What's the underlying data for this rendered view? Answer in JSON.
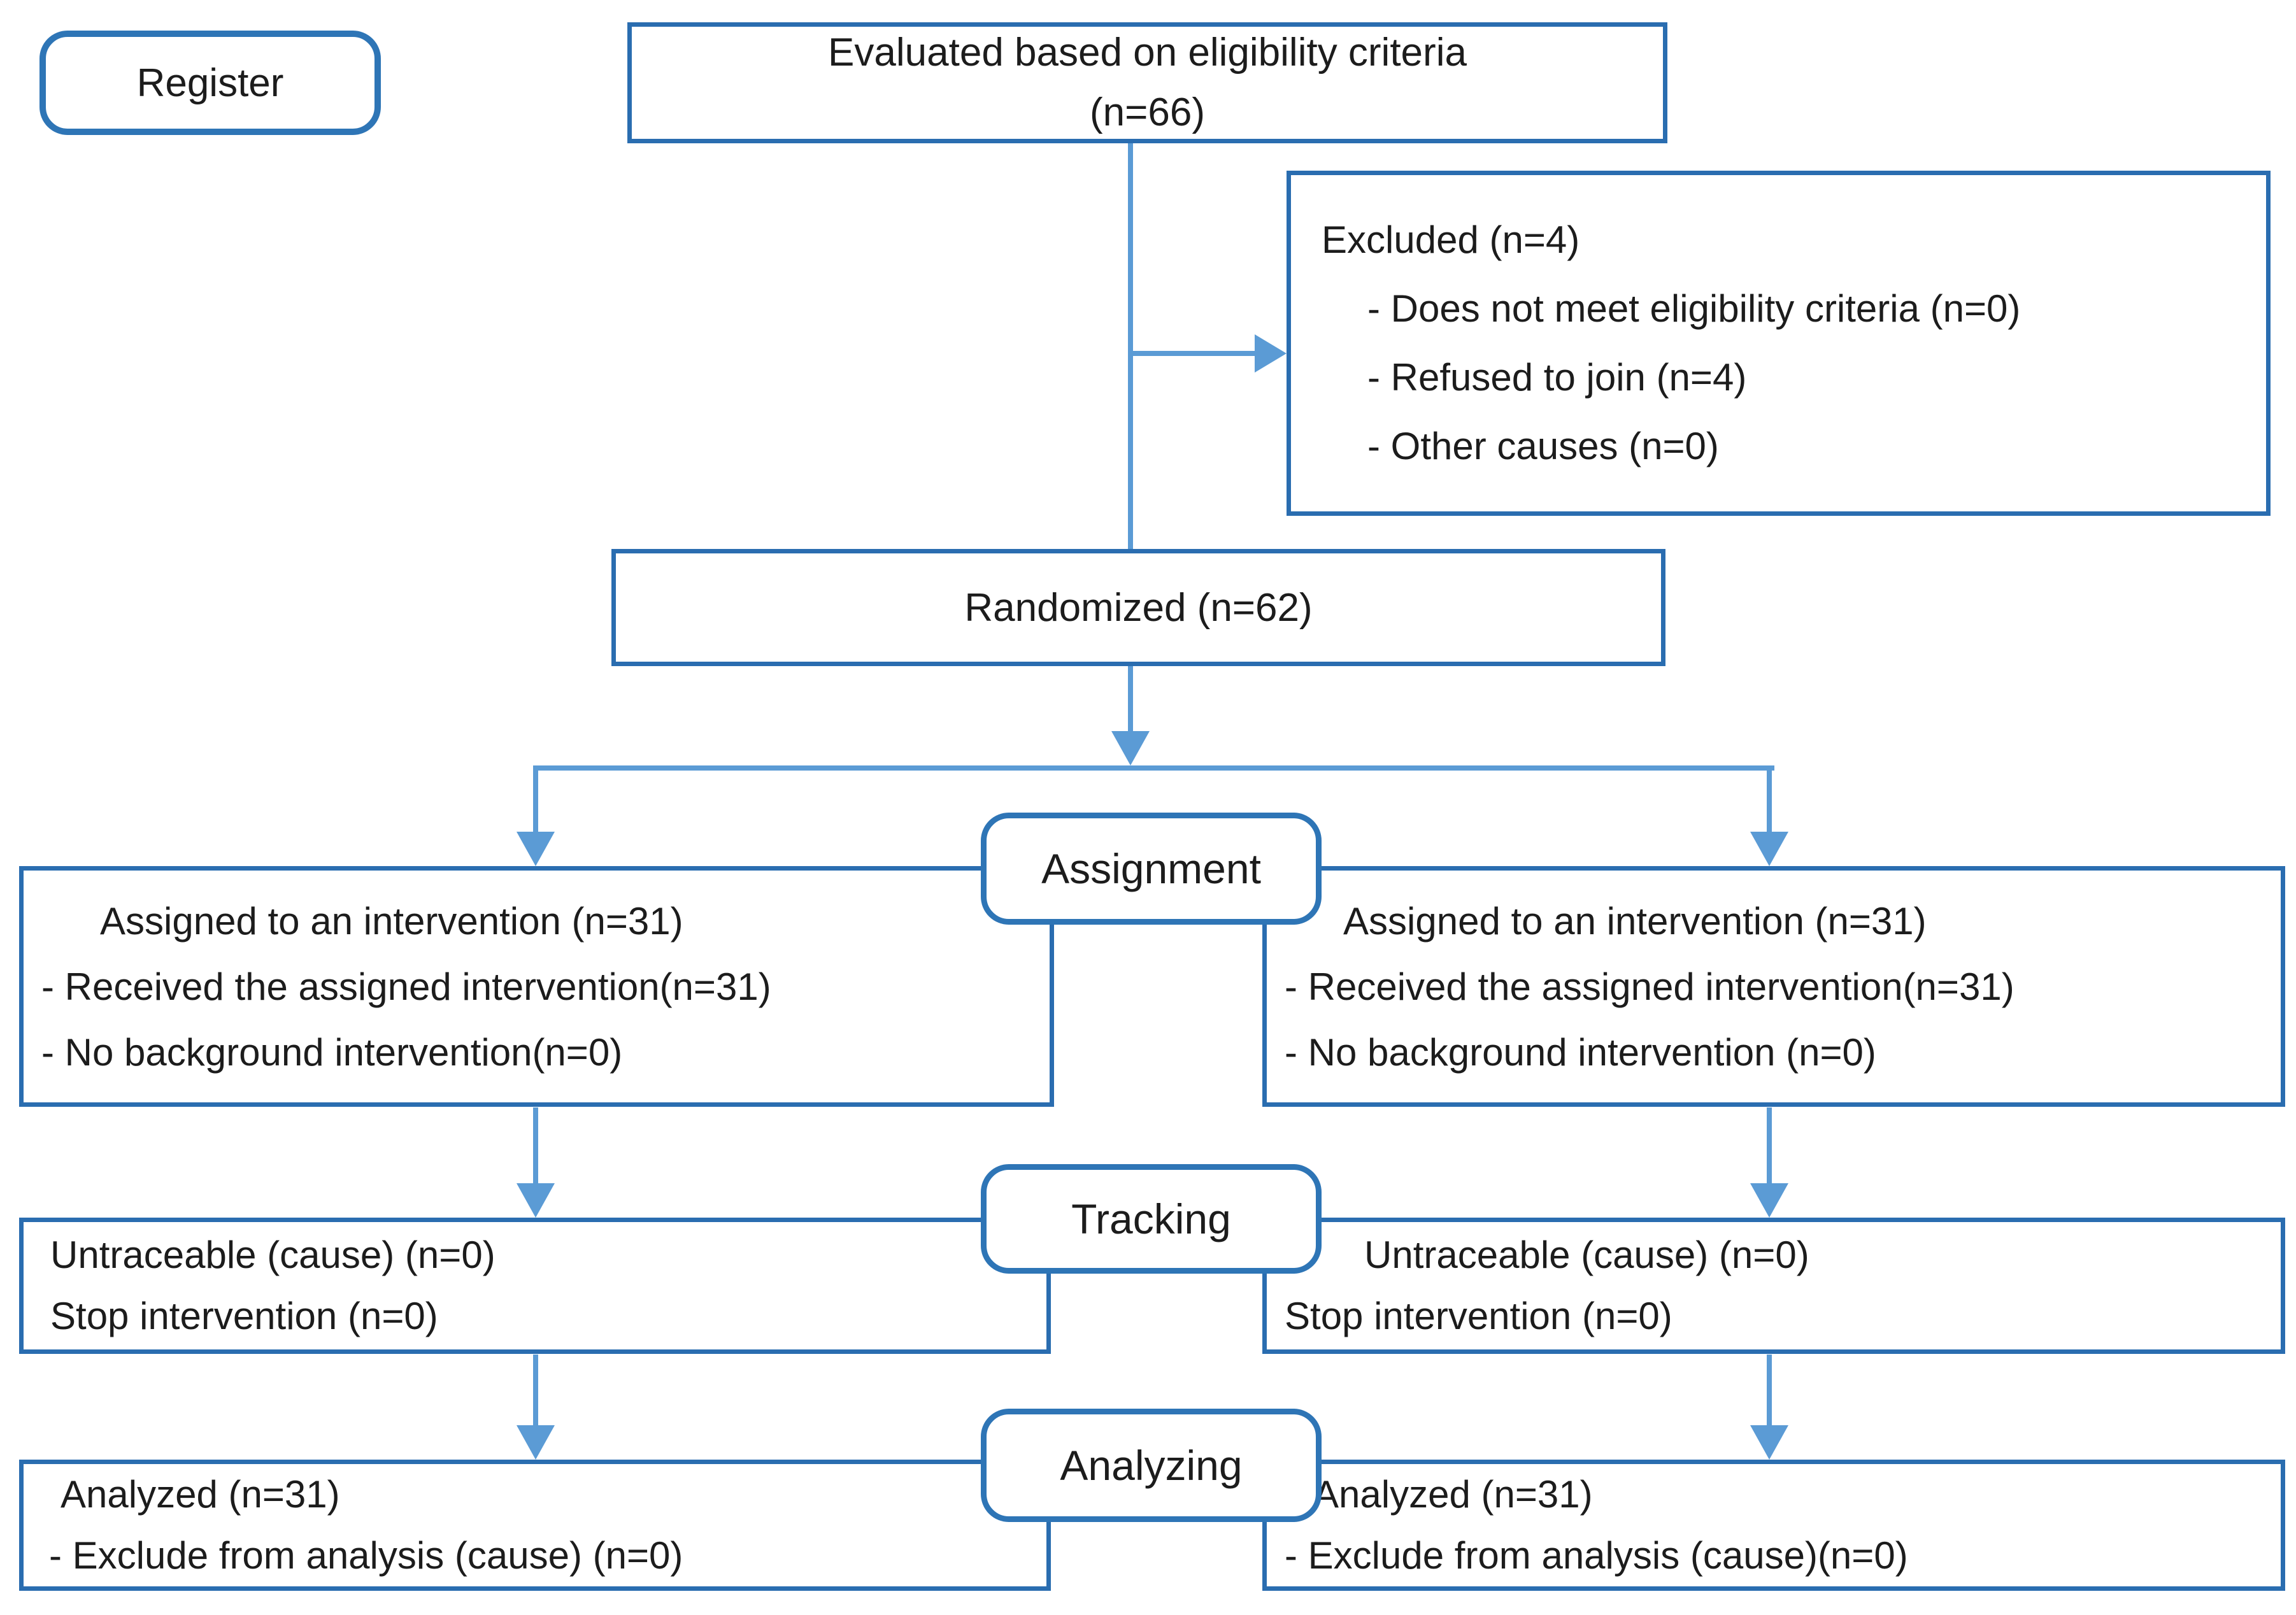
{
  "colors": {
    "box-border": "#2A6DB0",
    "label-border": "#2E75B6",
    "arrow": "#5B9BD5",
    "text": "#1c1c1c",
    "bg": "#ffffff"
  },
  "register": {
    "label": "Register"
  },
  "evaluated": {
    "line1": "Evaluated based on eligibility criteria",
    "line2": "(n=66)"
  },
  "excluded": {
    "title": "Excluded (n=4)",
    "items": [
      "- Does not meet eligibility criteria (n=0)",
      "- Refused to join (n=4)",
      "- Other causes (n=0)"
    ]
  },
  "randomized": {
    "label": "Randomized (n=62)"
  },
  "stages": {
    "assignment": "Assignment",
    "tracking": "Tracking",
    "analyzing": "Analyzing"
  },
  "assigned_left": {
    "line1": "Assigned to an intervention (n=31)",
    "items": [
      "- Received the assigned intervention(n=31)",
      "- No background intervention(n=0)"
    ]
  },
  "assigned_right": {
    "line1": "Assigned to an intervention (n=31)",
    "items": [
      "- Received the assigned intervention(n=31)",
      "- No background intervention (n=0)"
    ]
  },
  "tracking_left": {
    "lines": [
      "Untraceable (cause) (n=0)",
      "Stop intervention (n=0)"
    ]
  },
  "tracking_right": {
    "lines": [
      "Untraceable (cause) (n=0)",
      "Stop intervention (n=0)"
    ]
  },
  "analyzed_left": {
    "line1": "Analyzed (n=31)",
    "items": [
      "- Exclude from analysis (cause) (n=0)"
    ]
  },
  "analyzed_right": {
    "line1": "Analyzed (n=31)",
    "items": [
      "- Exclude from analysis (cause)(n=0)"
    ]
  }
}
